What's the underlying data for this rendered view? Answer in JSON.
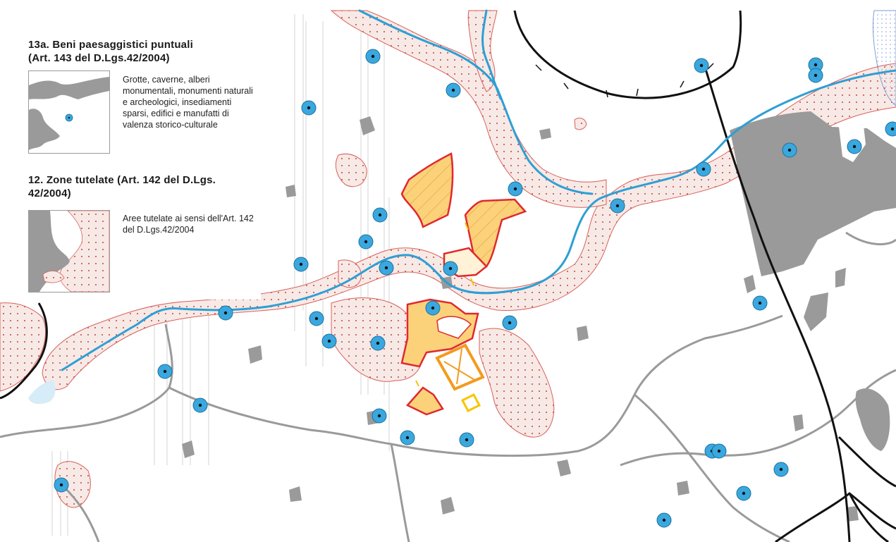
{
  "legend": {
    "items": [
      {
        "title": "13a. Beni paesaggistici puntuali (Art. 143 del D.Lgs.42/2004)",
        "title_line1": "13a. Beni paesaggistici puntuali",
        "title_line2": "(Art. 143 del D.Lgs.42/2004)",
        "description": "Grotte, caverne, alberi monumentali, monumenti naturali e archeologici, insediamenti sparsi, edifici e manufatti di valenza storico-culturale",
        "symbol": "blue-dot-marker"
      },
      {
        "title": "12. Zone tutelate (Art. 142 del D.Lgs. 42/2004)",
        "title_line1": "12. Zone tutelate (Art. 142 del D.Lgs.",
        "title_line2": "42/2004)",
        "description": "Aree tutelate ai sensi dell'Art. 142 del D.Lgs.42/2004",
        "symbol": "red-dotted-area"
      }
    ]
  },
  "colors": {
    "river": "#2e9fd4",
    "protected_area_fill": "#f6e6e3",
    "protected_area_outline": "#d9605a",
    "protected_area_dots": "#c0392b",
    "urban_area": "#9a9a9a",
    "boundary": "#9a9a9a",
    "railway": "#111111",
    "marker_fill": "#3aa8df",
    "marker_dot": "#111111",
    "project_fill": "#fbd27a",
    "project_outline": "#e0282e",
    "project_orange": "#f39a1f",
    "project_yellow": "#f7c500"
  }
}
